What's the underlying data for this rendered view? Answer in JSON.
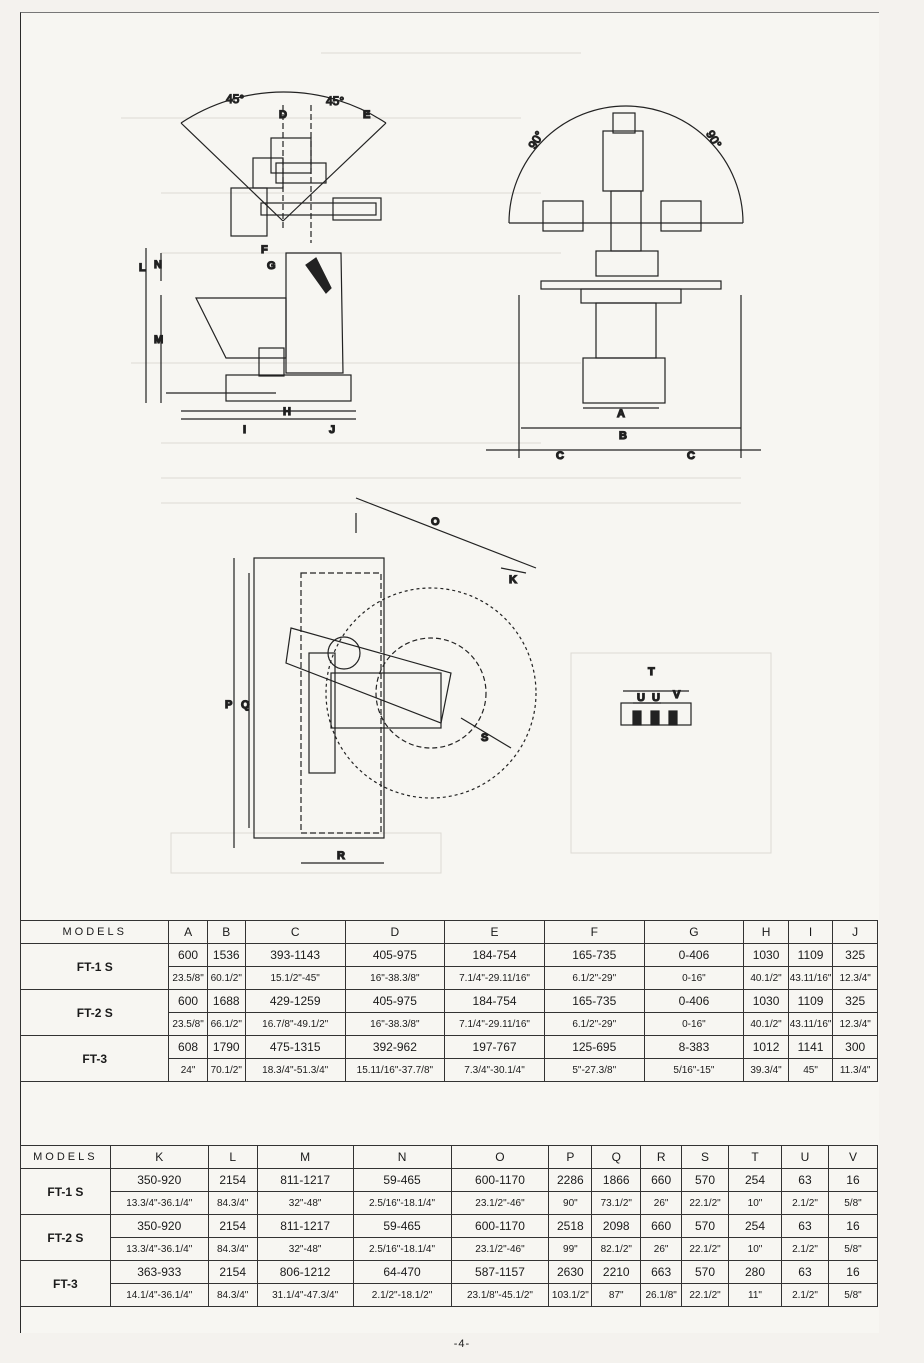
{
  "drawing": {
    "angles": {
      "left_a": "45°",
      "left_b": "45°",
      "right_a": "90°",
      "right_b": "90°"
    },
    "labels": {
      "D": "D",
      "E": "E",
      "F": "F",
      "G": "G",
      "H": "H",
      "I": "I",
      "J": "J",
      "L": "L",
      "M": "M",
      "N": "N",
      "A": "A",
      "B": "B",
      "C": "C",
      "O": "O",
      "K": "K",
      "S": "S",
      "P": "P",
      "Q": "Q",
      "R": "R",
      "T": "T",
      "U": "U",
      "V": "V"
    }
  },
  "table1": {
    "header": [
      "MODELS",
      "A",
      "B",
      "C",
      "D",
      "E",
      "F",
      "G",
      "H",
      "I",
      "J"
    ],
    "models": [
      {
        "name": "FT-1 S",
        "metric": [
          "600",
          "1536",
          "393-1143",
          "405-975",
          "184-754",
          "165-735",
          "0-406",
          "1030",
          "1109",
          "325"
        ],
        "imperial": [
          "23.5/8\"",
          "60.1/2\"",
          "15.1/2\"-45\"",
          "16\"-38.3/8\"",
          "7.1/4\"-29.11/16\"",
          "6.1/2\"-29\"",
          "0-16\"",
          "40.1/2\"",
          "43.11/16\"",
          "12.3/4\""
        ]
      },
      {
        "name": "FT-2 S",
        "metric": [
          "600",
          "1688",
          "429-1259",
          "405-975",
          "184-754",
          "165-735",
          "0-406",
          "1030",
          "1109",
          "325"
        ],
        "imperial": [
          "23.5/8\"",
          "66.1/2\"",
          "16.7/8\"-49.1/2\"",
          "16\"-38.3/8\"",
          "7.1/4\"-29.11/16\"",
          "6.1/2\"-29\"",
          "0-16\"",
          "40.1/2\"",
          "43.11/16\"",
          "12.3/4\""
        ]
      },
      {
        "name": "FT-3",
        "metric": [
          "608",
          "1790",
          "475-1315",
          "392-962",
          "197-767",
          "125-695",
          "8-383",
          "1012",
          "1141",
          "300"
        ],
        "imperial": [
          "24\"",
          "70.1/2\"",
          "18.3/4\"-51.3/4\"",
          "15.11/16\"-37.7/8\"",
          "7.3/4\"-30.1/4\"",
          "5\"-27.3/8\"",
          "5/16\"-15\"",
          "39.3/4\"",
          "45\"",
          "11.3/4\""
        ]
      }
    ]
  },
  "table2": {
    "header": [
      "MODELS",
      "K",
      "L",
      "M",
      "N",
      "O",
      "P",
      "Q",
      "R",
      "S",
      "T",
      "U",
      "V"
    ],
    "models": [
      {
        "name": "FT-1 S",
        "metric": [
          "350-920",
          "2154",
          "811-1217",
          "59-465",
          "600-1170",
          "2286",
          "1866",
          "660",
          "570",
          "254",
          "63",
          "16"
        ],
        "imperial": [
          "13.3/4\"-36.1/4\"",
          "84.3/4\"",
          "32\"-48\"",
          "2.5/16\"-18.1/4\"",
          "23.1/2\"-46\"",
          "90\"",
          "73.1/2\"",
          "26\"",
          "22.1/2\"",
          "10\"",
          "2.1/2\"",
          "5/8\""
        ]
      },
      {
        "name": "FT-2 S",
        "metric": [
          "350-920",
          "2154",
          "811-1217",
          "59-465",
          "600-1170",
          "2518",
          "2098",
          "660",
          "570",
          "254",
          "63",
          "16"
        ],
        "imperial": [
          "13.3/4\"-36.1/4\"",
          "84.3/4\"",
          "32\"-48\"",
          "2.5/16\"-18.1/4\"",
          "23.1/2\"-46\"",
          "99\"",
          "82.1/2\"",
          "26\"",
          "22.1/2\"",
          "10\"",
          "2.1/2\"",
          "5/8\""
        ]
      },
      {
        "name": "FT-3",
        "metric": [
          "363-933",
          "2154",
          "806-1212",
          "64-470",
          "587-1157",
          "2630",
          "2210",
          "663",
          "570",
          "280",
          "63",
          "16"
        ],
        "imperial": [
          "14.1/4\"-36.1/4\"",
          "84.3/4\"",
          "31.1/4\"-47.3/4\"",
          "2.1/2\"-18.1/2\"",
          "23.1/8\"-45.1/2\"",
          "103.1/2\"",
          "87\"",
          "26.1/8\"",
          "22.1/2\"",
          "11\"",
          "2.1/2\"",
          "5/8\""
        ]
      }
    ]
  },
  "page_number": "-4-"
}
